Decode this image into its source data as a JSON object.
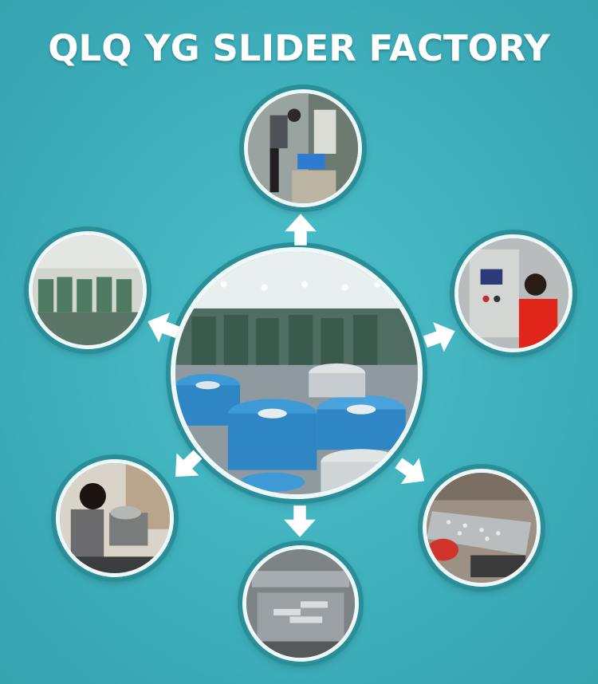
{
  "title": "QLQ YG SLIDER FACTORY",
  "colors": {
    "background": "#3fb0bd",
    "ring": "#2a8e99",
    "arrow": "#ffffff"
  },
  "photos": [
    {
      "name": "center-photo-wire-coils",
      "subject": "stainless wire coils in press workshop"
    },
    {
      "name": "photo-top-worker-machine",
      "subject": "worker at machine with blue crate"
    },
    {
      "name": "photo-right-control-panel",
      "subject": "worker in red shirt at control panel"
    },
    {
      "name": "photo-bottom-right-sorting",
      "subject": "slider parts on sorting tray"
    },
    {
      "name": "photo-bottom-die-casting",
      "subject": "die casting mold tooling"
    },
    {
      "name": "photo-bottom-left-operator",
      "subject": "female operator at machine"
    },
    {
      "name": "photo-left-press-line",
      "subject": "row of green punch presses"
    }
  ],
  "arrows": [
    "up",
    "right",
    "down-right",
    "down",
    "down-left",
    "left"
  ]
}
